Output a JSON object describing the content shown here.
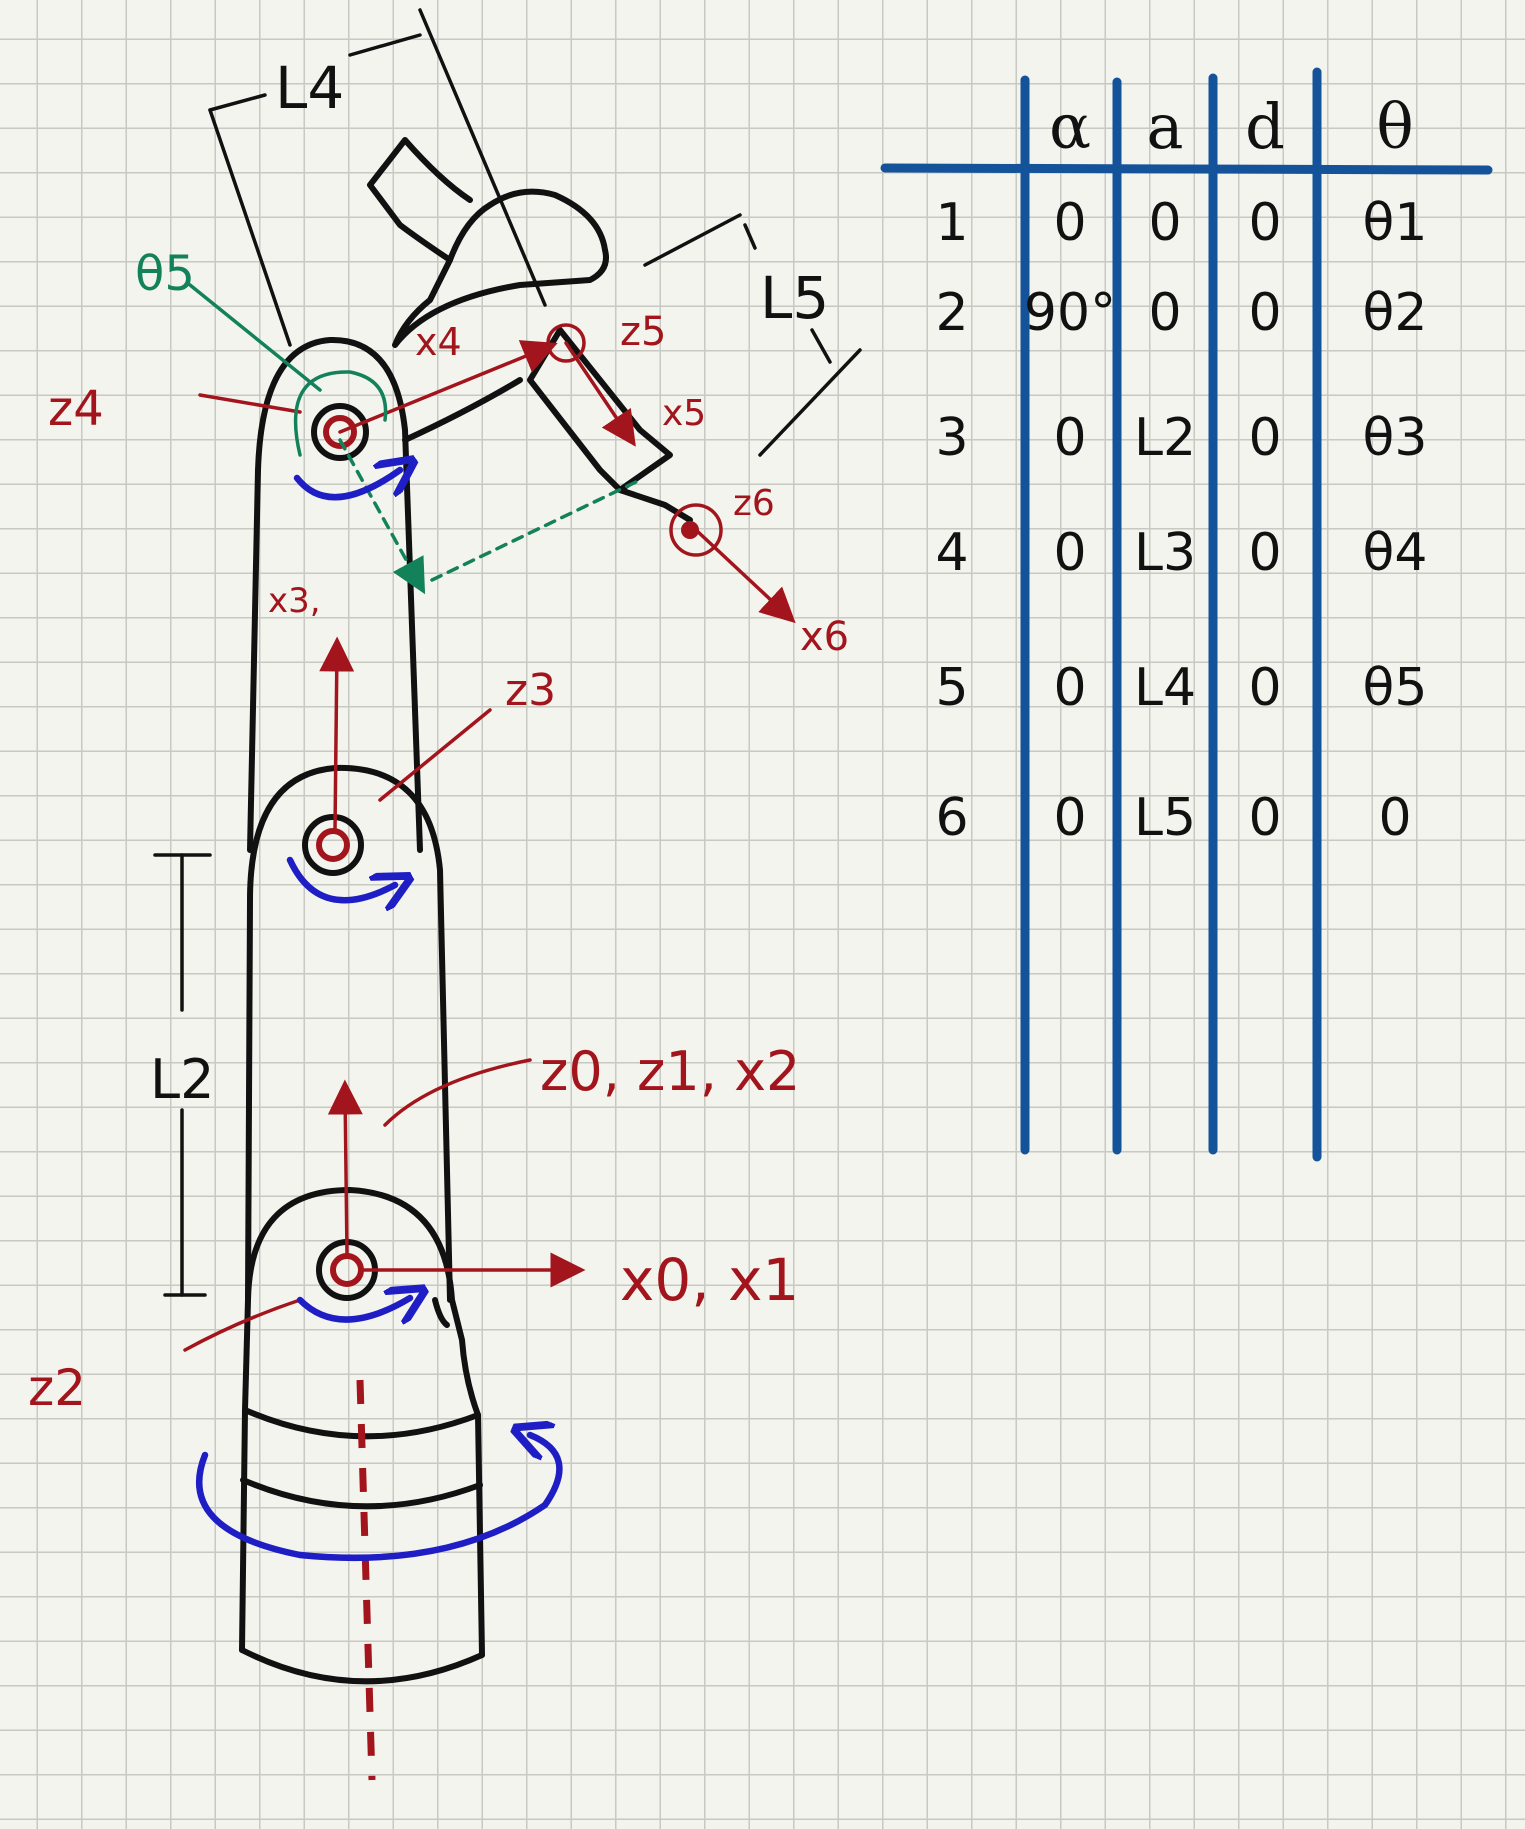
{
  "diagram": {
    "labels": {
      "L4": "L4",
      "L5": "L5",
      "L2": "L2",
      "theta5": "θ5",
      "z4": "z4",
      "x4": "x4",
      "z5": "z5",
      "x5": "x5",
      "z6": "z6",
      "x6": "x6",
      "x3": "x3,",
      "z3": "z3",
      "z0z1x2": "z0, z1, x2",
      "x0x1": "x0, x1",
      "z2": "z2"
    },
    "colors": {
      "frame_red": "#a3151c",
      "rotation_blue": "#1f1ec4",
      "angle_green": "#13825a",
      "table_blue": "#14539a",
      "ink": "#111111"
    }
  },
  "dh_table": {
    "headers": [
      "",
      "α",
      "a",
      "d",
      "θ"
    ],
    "rows": [
      [
        "1",
        "0",
        "0",
        "0",
        "θ1"
      ],
      [
        "2",
        "90°",
        "0",
        "0",
        "θ2"
      ],
      [
        "3",
        "0",
        "L2",
        "0",
        "θ3"
      ],
      [
        "4",
        "0",
        "L3",
        "0",
        "θ4"
      ],
      [
        "5",
        "0",
        "L4",
        "0",
        "θ5"
      ],
      [
        "6",
        "0",
        "L5",
        "0",
        "0"
      ]
    ]
  }
}
